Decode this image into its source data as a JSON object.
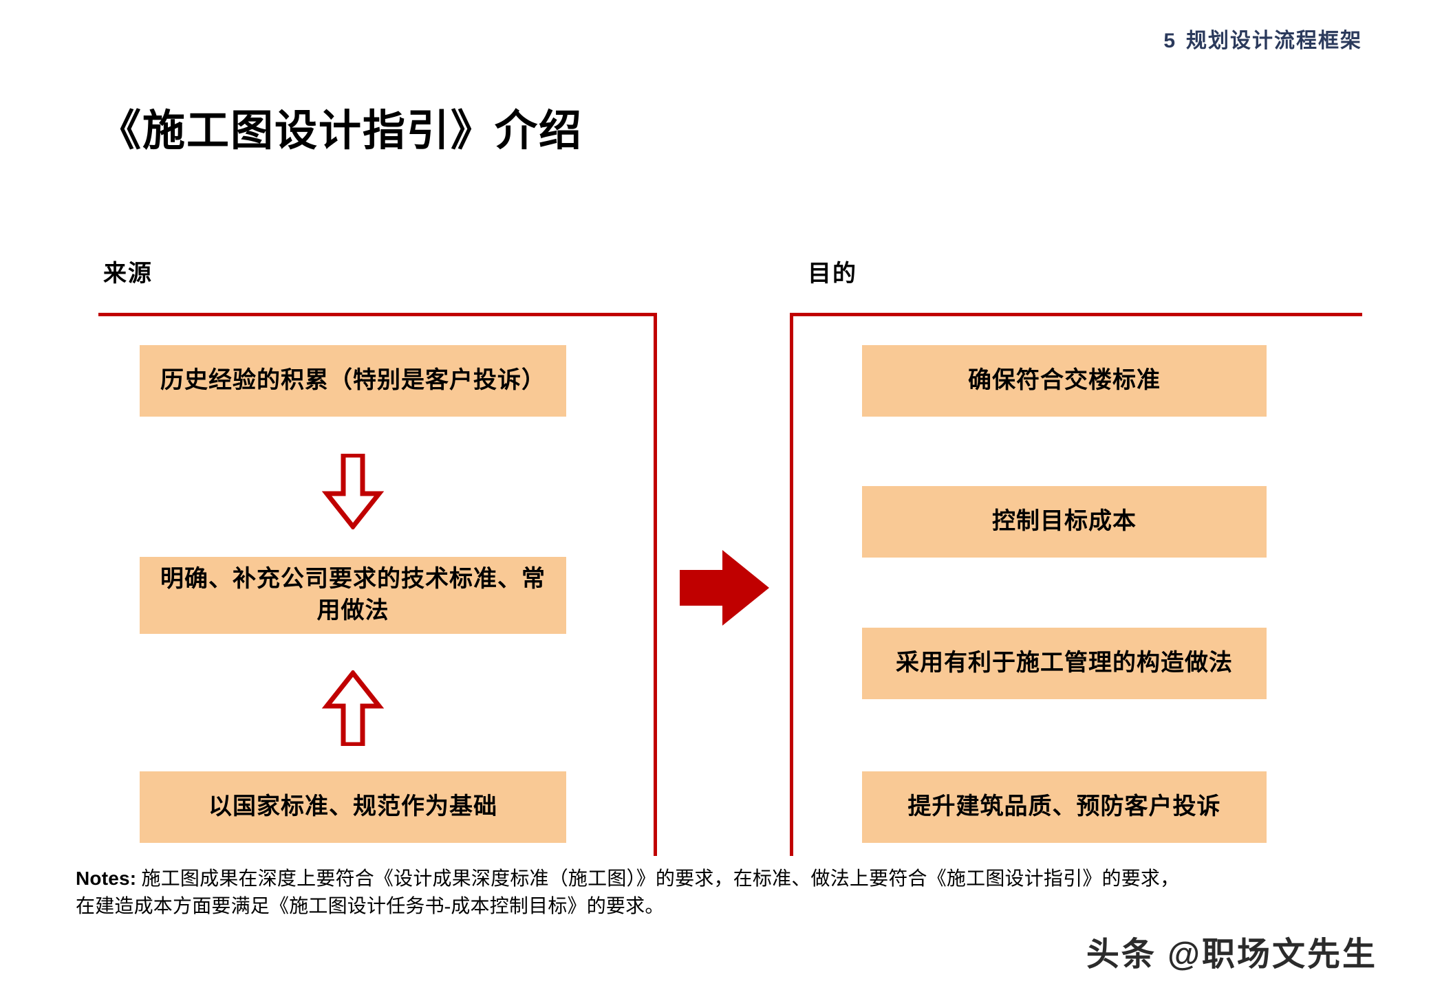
{
  "header": {
    "number": "5",
    "title": "规划设计流程框架"
  },
  "slide": {
    "title": "《施工图设计指引》介绍"
  },
  "columns": {
    "source_label": "来源",
    "purpose_label": "目的"
  },
  "source_boxes": [
    {
      "text": "历史经验的积累（特别是客户投诉）"
    },
    {
      "text": "明确、补充公司要求的技术标准、常用做法"
    },
    {
      "text": "以国家标准、规范作为基础"
    }
  ],
  "purpose_boxes": [
    {
      "text": "确保符合交楼标准"
    },
    {
      "text": "控制目标成本"
    },
    {
      "text": "采用有利于施工管理的构造做法"
    },
    {
      "text": "提升建筑品质、预防客户投诉"
    }
  ],
  "arrows": {
    "down_icon": "arrow-down-outline-icon",
    "up_icon": "arrow-up-outline-icon",
    "right_icon": "arrow-right-solid-icon"
  },
  "notes": {
    "label": "Notes:",
    "line1": " 施工图成果在深度上要符合《设计成果深度标准（施工图）》的要求，在标准、做法上要符合《施工图设计指引》的要求，",
    "line2": "在建造成本方面要满足《施工图设计任务书-成本控制目标》的要求。"
  },
  "watermark": {
    "text": "头条 @职场文先生"
  },
  "colors": {
    "header_navy": "#2b3a5c",
    "accent_red": "#c00000",
    "box_peach": "#f9c995"
  }
}
